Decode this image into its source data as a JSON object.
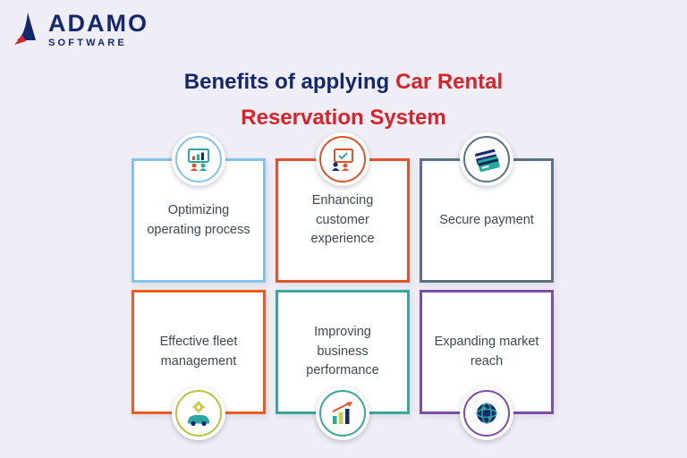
{
  "logo": {
    "name": "ADAMO",
    "subname": "SOFTWARE"
  },
  "title": {
    "prefix": "Benefits of applying",
    "highlight": "Car Rental",
    "line2": "Reservation System"
  },
  "cards": [
    {
      "label": "Optimizing operating process",
      "icon": "team-dashboard-icon",
      "border_color": "#85c3e9",
      "ring_color": "#85c3e9",
      "badge_position": "top"
    },
    {
      "label": "Enhancing customer experience",
      "icon": "customer-screen-icon",
      "border_color": "#e2522c",
      "ring_color": "#e2522c",
      "badge_position": "top"
    },
    {
      "label": "Secure payment",
      "icon": "credit-cards-icon",
      "border_color": "#5d7081",
      "ring_color": "#5d7081",
      "badge_position": "top"
    },
    {
      "label": "Effective fleet management",
      "icon": "car-service-icon",
      "border_color": "#ef5a22",
      "ring_color": "#b8c33f",
      "badge_position": "bottom"
    },
    {
      "label": "Improving business performance",
      "icon": "analytics-chart-icon",
      "border_color": "#3aa79c",
      "ring_color": "#3aa79c",
      "badge_position": "bottom"
    },
    {
      "label": "Expanding market reach",
      "icon": "globe-icon",
      "border_color": "#7b4ea3",
      "ring_color": "#7b4ea3",
      "badge_position": "bottom"
    }
  ],
  "colors": {
    "background": "#efeef6",
    "title_dark": "#15286b",
    "title_red": "#d8232a",
    "card_text": "#3c4856",
    "card_background": "#ffffff"
  }
}
